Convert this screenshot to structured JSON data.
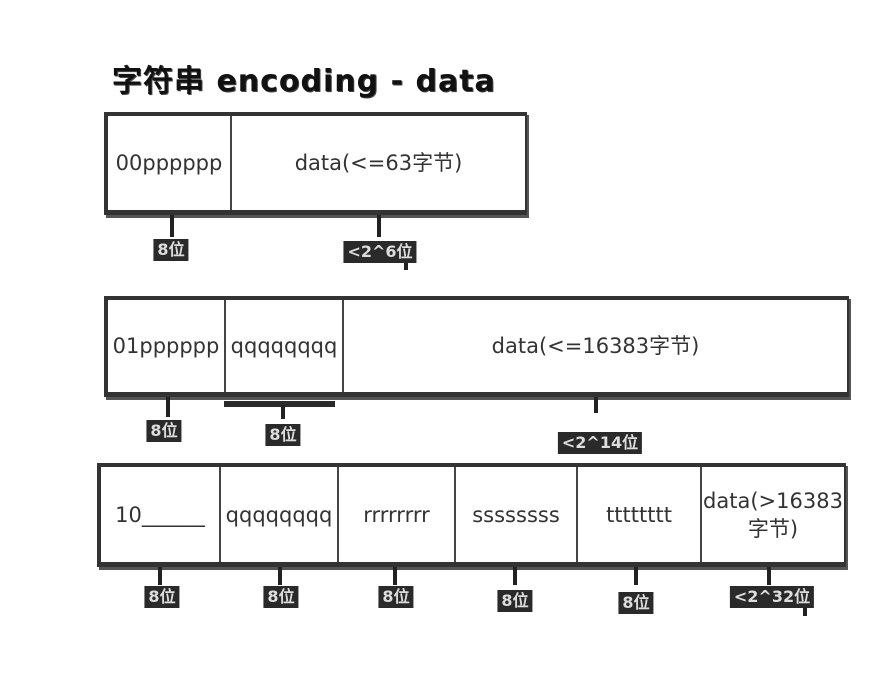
{
  "title": "字符串 encoding - data",
  "row1": {
    "cells": [
      "00pppppp",
      "data(<=63字节)"
    ],
    "labels": [
      "8位",
      "<2^6位"
    ]
  },
  "row2": {
    "cells": [
      "01pppppp",
      "qqqqqqqq",
      "data(<=16383字节)"
    ],
    "labels": [
      "8位",
      "8位",
      "<2^14位"
    ]
  },
  "row3": {
    "cells": [
      "10______",
      "qqqqqqqq",
      "rrrrrrrr",
      "ssssssss",
      "tttttttt",
      "data(>16383字节)"
    ],
    "labels": [
      "8位",
      "8位",
      "8位",
      "8位",
      "8位",
      "<2^32位"
    ]
  }
}
